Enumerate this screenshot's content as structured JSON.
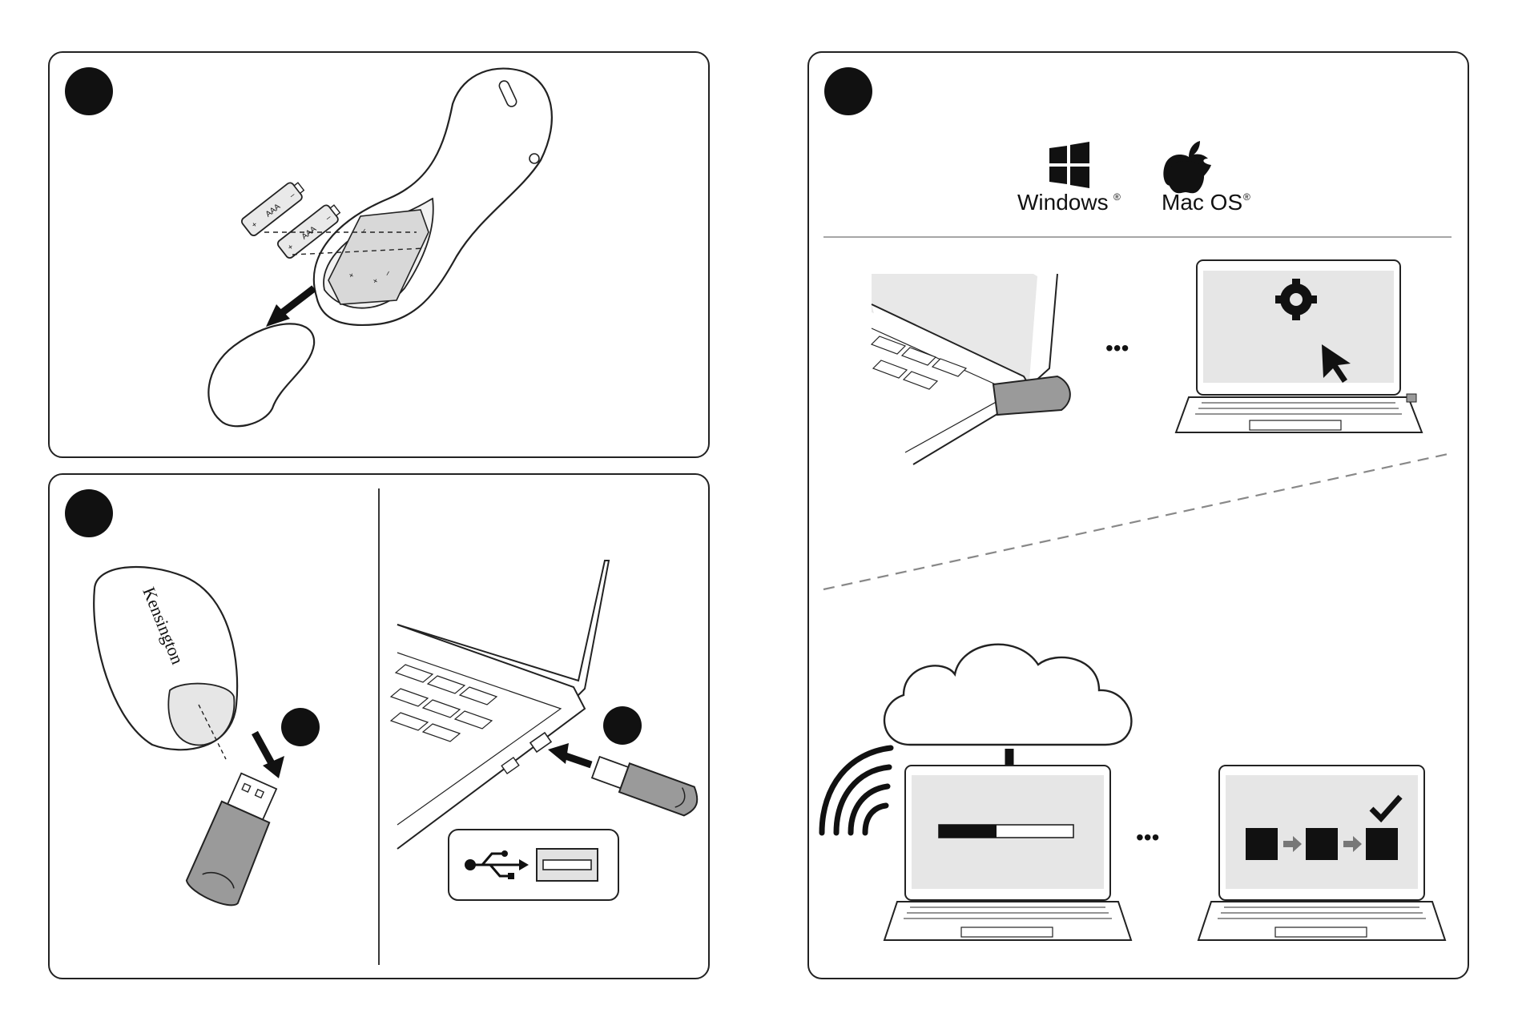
{
  "step1": {
    "battery_label": "AAA",
    "polarity_plus": "+",
    "polarity_minus": "–"
  },
  "step2": {
    "brand_text": "Kensington"
  },
  "step3": {
    "os": [
      {
        "name": "Windows",
        "mark": "®",
        "icon": "windows-logo-icon"
      },
      {
        "name": "Mac OS",
        "mark": "®",
        "icon": "apple-logo-icon"
      }
    ],
    "ellipsis": "•••"
  },
  "colors": {
    "stroke": "#222222",
    "step_circle": "#111111",
    "screen": "#e6e6e6",
    "receiver": "#9a9a9a"
  }
}
